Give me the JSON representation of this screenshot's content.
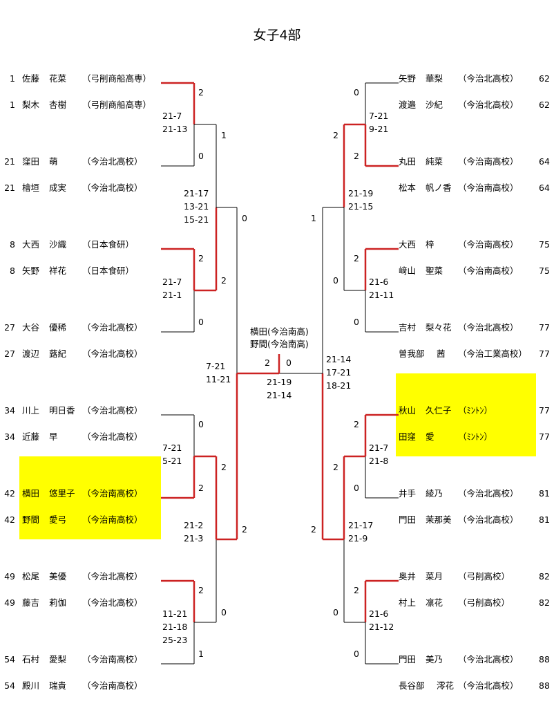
{
  "title": "女子4部",
  "colors": {
    "win_line": "#cc2222",
    "line": "#000000",
    "highlight": "#ffff00"
  },
  "left": {
    "entries": [
      {
        "seed": "1",
        "p1": {
          "family": "佐藤",
          "given": "花菜"
        },
        "p2": {
          "family": "梨木",
          "given": "杏樹"
        },
        "team1": "（弓削商船高専）",
        "team2": "（弓削商船高専）",
        "highlight": false
      },
      {
        "seed": "21",
        "p1": {
          "family": "窪田",
          "given": "萌"
        },
        "p2": {
          "family": "檜垣",
          "given": "成実"
        },
        "team1": "（今治北高校）",
        "team2": "（今治北高校）",
        "highlight": false
      },
      {
        "seed": "8",
        "p1": {
          "family": "大西",
          "given": "沙織"
        },
        "p2": {
          "family": "矢野",
          "given": "祥花"
        },
        "team1": "（日本食研）",
        "team2": "（日本食研）",
        "highlight": false
      },
      {
        "seed": "27",
        "p1": {
          "family": "大谷",
          "given": "優稀"
        },
        "p2": {
          "family": "渡辺",
          "given": "蕗紀"
        },
        "team1": "（今治北高校）",
        "team2": "（今治北高校）",
        "highlight": false
      },
      {
        "seed": "34",
        "p1": {
          "family": "川上",
          "given": "明日香"
        },
        "p2": {
          "family": "近藤",
          "given": "早"
        },
        "team1": "（今治北高校）",
        "team2": "（今治北高校）",
        "highlight": false
      },
      {
        "seed": "42",
        "p1": {
          "family": "横田",
          "given": "悠里子"
        },
        "p2": {
          "family": "野間",
          "given": "愛弓"
        },
        "team1": "（今治南高校）",
        "team2": "（今治南高校）",
        "highlight": true
      },
      {
        "seed": "49",
        "p1": {
          "family": "松尾",
          "given": "美優"
        },
        "p2": {
          "family": "藤吉",
          "given": "莉伽"
        },
        "team1": "（今治北高校）",
        "team2": "（今治北高校）",
        "highlight": false
      },
      {
        "seed": "54",
        "p1": {
          "family": "石村",
          "given": "愛梨"
        },
        "p2": {
          "family": "殿川",
          "given": "瑞貴"
        },
        "team1": "（今治南高校）",
        "team2": "（今治南高校）",
        "highlight": false
      }
    ],
    "round1": [
      {
        "top_score": "2",
        "bottom_score": "0",
        "winner": "top",
        "games": [
          "21-7",
          "21-13"
        ]
      },
      {
        "top_score": "2",
        "bottom_score": "0",
        "winner": "top",
        "games": [
          "21-7",
          "21-1"
        ]
      },
      {
        "top_score": "0",
        "bottom_score": "2",
        "winner": "bottom",
        "games": [
          "7-21",
          "5-21"
        ]
      },
      {
        "top_score": "2",
        "bottom_score": "1",
        "winner": "top",
        "games": [
          "11-21",
          "21-18",
          "25-23"
        ]
      }
    ],
    "round2": [
      {
        "top_score": "1",
        "bottom_score": "2",
        "winner": "bottom",
        "games": [
          "21-17",
          "13-21",
          "15-21"
        ]
      },
      {
        "top_score": "2",
        "bottom_score": "0",
        "winner": "top",
        "games": [
          "21-2",
          "21-3"
        ]
      }
    ],
    "round3": {
      "top_score": "0",
      "bottom_score": "2",
      "winner": "bottom",
      "games": [
        "7-21",
        "11-21"
      ]
    }
  },
  "right": {
    "entries": [
      {
        "seed": "62",
        "p1": {
          "family": "矢野",
          "given": "華梨"
        },
        "p2": {
          "family": "渡邉",
          "given": "沙紀"
        },
        "team1": "（今治北高校）",
        "team2": "（今治北高校）",
        "highlight": false
      },
      {
        "seed": "64",
        "p1": {
          "family": "丸田",
          "given": "純菜"
        },
        "p2": {
          "family": "松本",
          "given": "帆ノ香"
        },
        "team1": "（今治南高校）",
        "team2": "（今治南高校）",
        "highlight": false
      },
      {
        "seed": "75",
        "p1": {
          "family": "大西",
          "given": "梓"
        },
        "p2": {
          "family": "﨑山",
          "given": "聖菜"
        },
        "team1": "（今治南高校）",
        "team2": "（今治南高校）",
        "highlight": false
      },
      {
        "seed": "77",
        "p1": {
          "family": "吉村",
          "given": "梨々花"
        },
        "p2": {
          "family": "曽我部",
          "given": "茜"
        },
        "team1": "（今治北高校）",
        "team2": "（今治工業高校）",
        "highlight": false
      },
      {
        "seed": "77",
        "p1": {
          "family": "秋山",
          "given": "久仁子"
        },
        "p2": {
          "family": "田窪",
          "given": "愛"
        },
        "team1": "（ﾐﾝﾄﾝ）",
        "team2": "（ﾐﾝﾄﾝ）",
        "highlight": true
      },
      {
        "seed": "81",
        "p1": {
          "family": "井手",
          "given": "綾乃"
        },
        "p2": {
          "family": "門田",
          "given": "茉那美"
        },
        "team1": "（今治北高校）",
        "team2": "（今治北高校）",
        "highlight": false
      },
      {
        "seed": "82",
        "p1": {
          "family": "奥井",
          "given": "菜月"
        },
        "p2": {
          "family": "村上",
          "given": "凛花"
        },
        "team1": "（弓削高校）",
        "team2": "（弓削高校）",
        "highlight": false
      },
      {
        "seed": "88",
        "p1": {
          "family": "門田",
          "given": "美乃"
        },
        "p2": {
          "family": "長谷部",
          "given": "澪花"
        },
        "team1": "（今治北高校）",
        "team2": "（今治北高校）",
        "highlight": false
      }
    ],
    "round1": [
      {
        "top_score": "0",
        "bottom_score": "2",
        "winner": "bottom",
        "games": [
          "7-21",
          "9-21"
        ]
      },
      {
        "top_score": "2",
        "bottom_score": "0",
        "winner": "top",
        "games": [
          "21-6",
          "21-11"
        ]
      },
      {
        "top_score": "2",
        "bottom_score": "0",
        "winner": "top",
        "games": [
          "21-7",
          "21-8"
        ]
      },
      {
        "top_score": "2",
        "bottom_score": "0",
        "winner": "top",
        "games": [
          "21-6",
          "21-12"
        ]
      }
    ],
    "round2": [
      {
        "top_score": "2",
        "bottom_score": "0",
        "winner": "top",
        "games": [
          "21-19",
          "21-15"
        ]
      },
      {
        "top_score": "2",
        "bottom_score": "0",
        "winner": "top",
        "games": [
          "21-17",
          "21-9"
        ]
      }
    ],
    "round3": {
      "top_score": "1",
      "bottom_score": "2",
      "winner": "bottom",
      "games": [
        "21-14",
        "17-21",
        "18-21"
      ]
    }
  },
  "final": {
    "champion_line1": "横田(今治南高)",
    "champion_line2": "野間(今治南高)",
    "left_score": "2",
    "right_score": "0",
    "winner": "left",
    "games": [
      "21-19",
      "21-14"
    ]
  }
}
